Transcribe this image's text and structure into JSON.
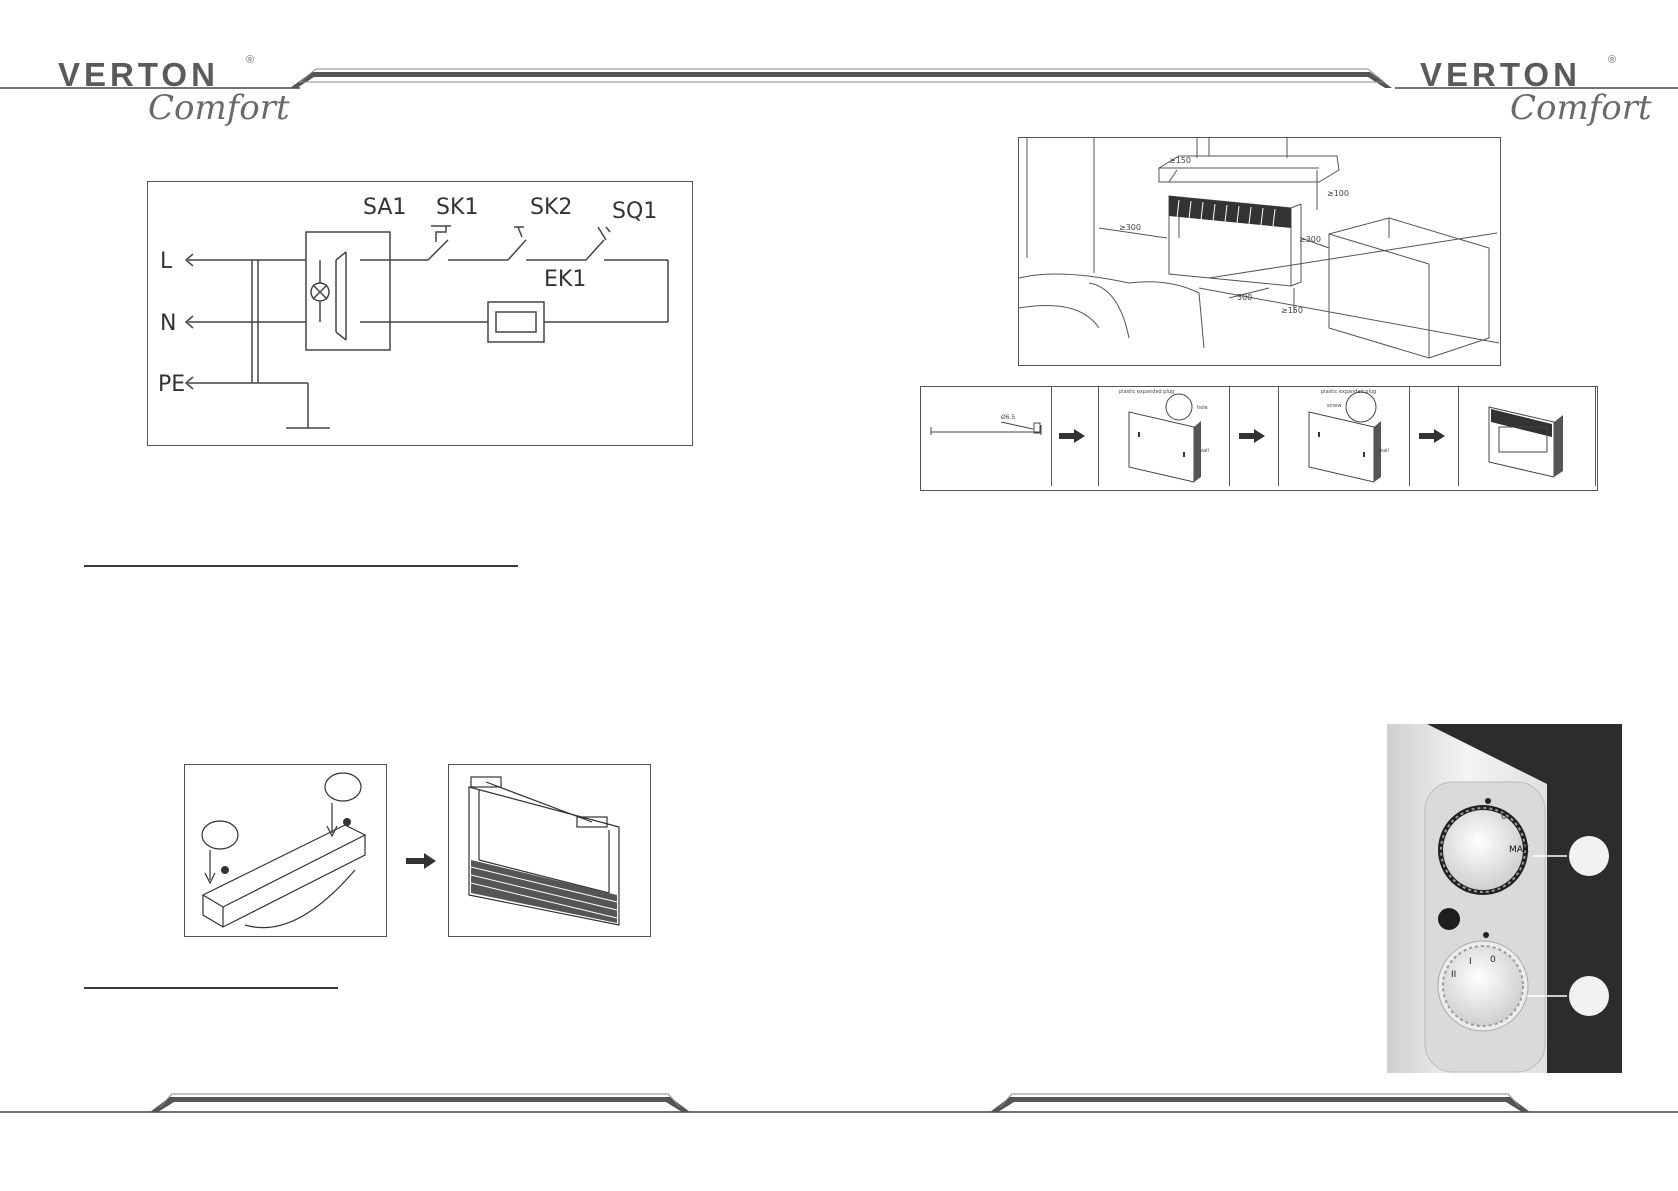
{
  "brand": {
    "name": "VERTON",
    "reg": "®",
    "sub": "Comfort"
  },
  "wiring": {
    "labels": {
      "sa1": "SA1",
      "sk1": "SK1",
      "sk2": "SK2",
      "sq1": "SQ1",
      "ek1": "EK1",
      "l": "L",
      "n": "N",
      "pe": "PE"
    }
  },
  "room": {
    "dims": {
      "d150": "≥150",
      "d100": "≥100",
      "d300a": "≥300",
      "d300b": "≥300",
      "d500": "500",
      "d150v": "≥150"
    }
  },
  "mount": {
    "step1": {
      "label": "Ø6.5"
    },
    "step2": {
      "callout": "plastic expanded plug",
      "wall": "wall",
      "hole": "hole"
    },
    "step3": {
      "callout1": "plastic expanded plug",
      "callout2": "wall",
      "callout3": "screw"
    }
  },
  "dial": {
    "top_zero": "0",
    "max": "MAX",
    "mode_ii": "II",
    "mode_i": "I",
    "mode_zero": "0"
  }
}
